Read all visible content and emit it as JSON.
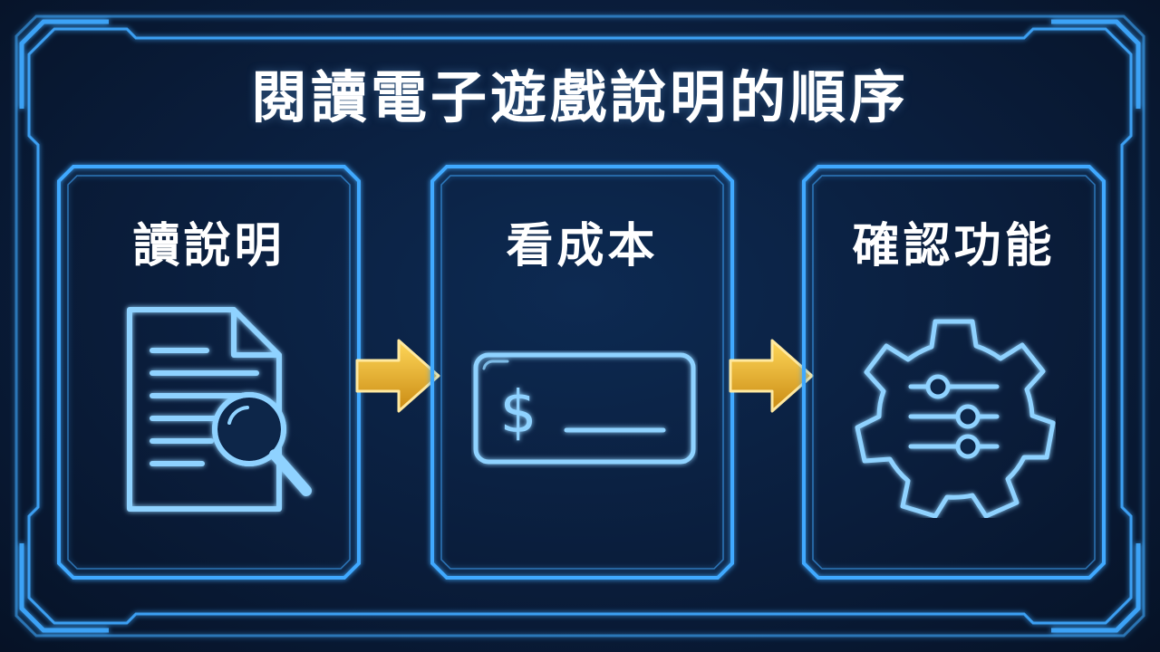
{
  "title": "閱讀電子遊戲說明的順序",
  "colors": {
    "background": "#0a1d3b",
    "neon_blue": "#3fa9ff",
    "neon_light": "#8fd2ff",
    "arrow_gold": "#f2b632",
    "text": "#ffffff"
  },
  "steps": [
    {
      "label": "讀說明",
      "icon": "document-search-icon"
    },
    {
      "label": "看成本",
      "icon": "price-tag-icon",
      "icon_text": "$"
    },
    {
      "label": "確認功能",
      "icon": "gear-sliders-icon"
    }
  ],
  "connectors": [
    "arrow-right-icon",
    "arrow-right-icon"
  ]
}
